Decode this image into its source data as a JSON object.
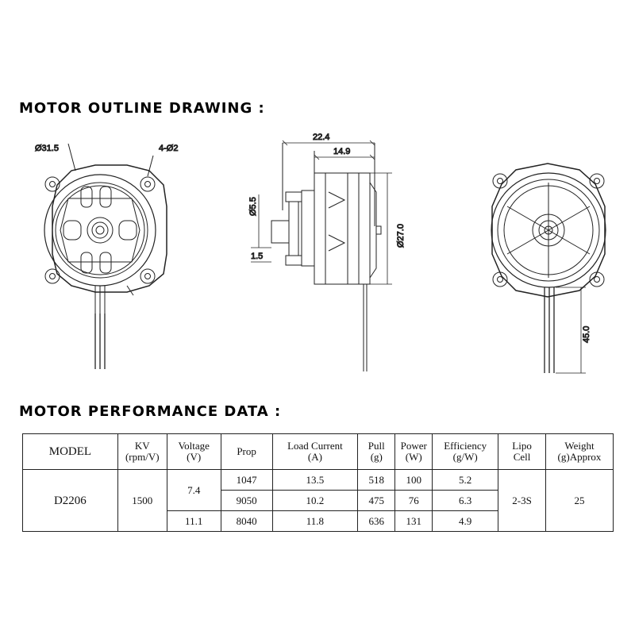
{
  "headings": {
    "outline": "MOTOR OUTLINE DRAWING :",
    "performance": "MOTOR PERFORMANCE DATA :"
  },
  "dimensions": {
    "outer_diameter": "Ø31.5",
    "holes": "4-Ø2",
    "overall_length": "22.4",
    "body_length": "14.9",
    "shaft_diameter": "Ø5.5",
    "shaft_step": "1.5",
    "body_diameter": "Ø27.0",
    "lead_length": "45.0"
  },
  "table": {
    "headers": {
      "model": "MODEL",
      "kv_1": "KV",
      "kv_2": "(rpm/V)",
      "voltage_1": "Voltage",
      "voltage_2": "(V)",
      "prop": "Prop",
      "current_1": "Load Current",
      "current_2": "(A)",
      "pull_1": "Pull",
      "pull_2": "(g)",
      "power_1": "Power",
      "power_2": "(W)",
      "eff_1": "Efficiency",
      "eff_2": "(g/W)",
      "lipo_1": "Lipo",
      "lipo_2": "Cell",
      "weight_1": "Weight",
      "weight_2": "(g)Approx"
    },
    "model": "D2206",
    "kv": "1500",
    "voltage_a": "7.4",
    "voltage_b": "11.1",
    "lipo": "2-3S",
    "weight": "25",
    "rows": [
      {
        "prop": "1047",
        "current": "13.5",
        "pull": "518",
        "power": "100",
        "efficiency": "5.2"
      },
      {
        "prop": "9050",
        "current": "10.2",
        "pull": "475",
        "power": "76",
        "efficiency": "6.3"
      },
      {
        "prop": "8040",
        "current": "11.8",
        "pull": "636",
        "power": "131",
        "efficiency": "4.9"
      }
    ]
  }
}
